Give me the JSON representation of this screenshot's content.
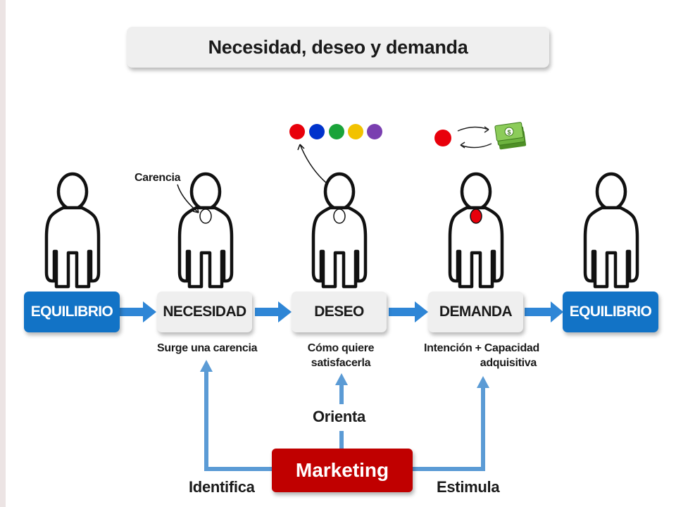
{
  "title": "Necesidad, deseo y demanda",
  "stages": [
    {
      "label": "EQUILIBRIO"
    },
    {
      "label": "NECESIDAD",
      "caption": "Surge una carencia"
    },
    {
      "label": "DESEO",
      "caption_line1": "Cómo quiere",
      "caption_line2": "satisfacerla"
    },
    {
      "label": "DEMANDA",
      "caption_line1": "Intención + Capacidad",
      "caption_line2": "adquisitiva"
    },
    {
      "label": "EQUILIBRIO"
    }
  ],
  "annotations": {
    "carencia": "Carencia"
  },
  "marketing": {
    "label": "Marketing",
    "actions": {
      "identifica": "Identifica",
      "orienta": "Orienta",
      "estimula": "Estimula"
    }
  },
  "colors": {
    "equilibrio_blue": "#1273c6",
    "arrow_blue": "#2f86d6",
    "feedback_blue": "#5b9bd5",
    "marketing_red": "#c00000",
    "desire_options": [
      "#e8000b",
      "#0033cc",
      "#1aa33a",
      "#f2c200",
      "#7a3fb0"
    ],
    "demand_red": "#e8000b",
    "money_green": "#5aa02c"
  },
  "icons": [
    "person-icon",
    "money-stack-icon",
    "exchange-arrows-icon"
  ]
}
